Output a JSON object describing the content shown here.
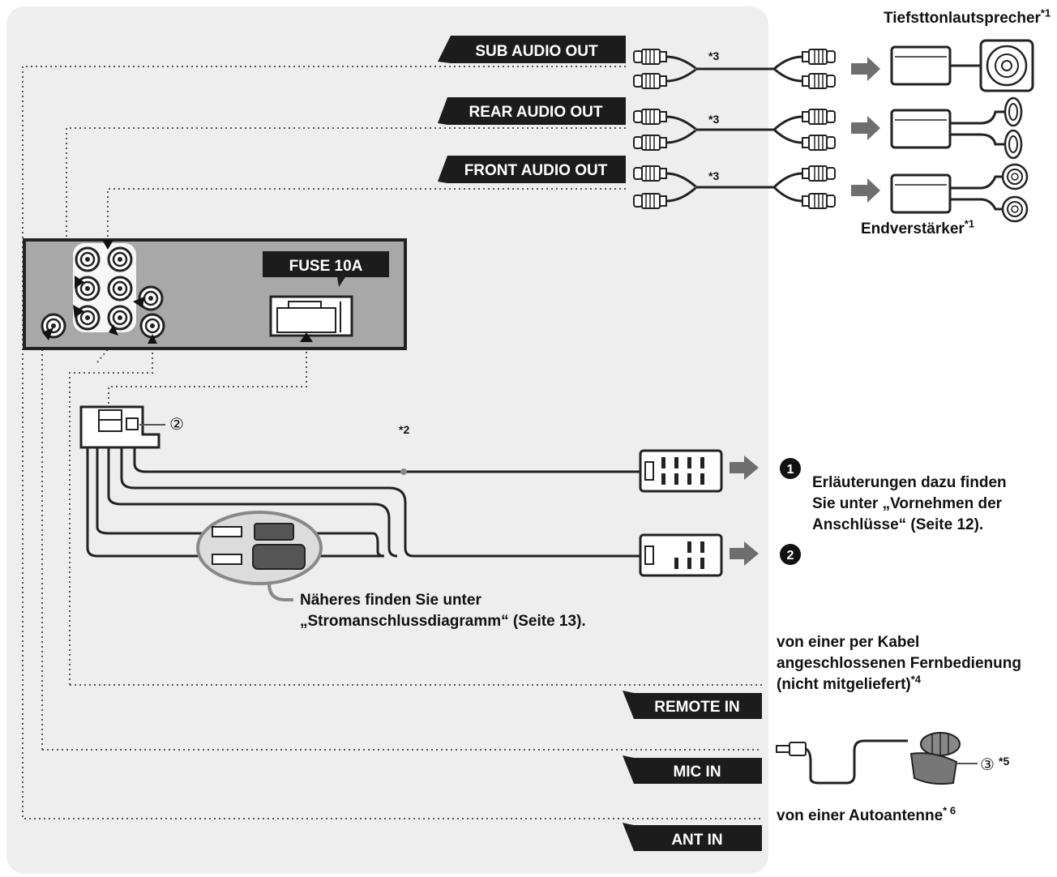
{
  "labels": {
    "sub_audio_out": "SUB AUDIO OUT",
    "rear_audio_out": "REAR AUDIO OUT",
    "front_audio_out": "FRONT AUDIO OUT",
    "fuse": "FUSE 10A",
    "remote_in": "REMOTE IN",
    "mic_in": "MIC IN",
    "ant_in": "ANT IN"
  },
  "devices": {
    "subwoofer": "Tiefsttonlautsprecher",
    "subwoofer_note": "*1",
    "amplifier": "Endverstärker",
    "amplifier_note": "*1"
  },
  "notes": {
    "star3": "*3",
    "star2": "*2",
    "connector_ref2": "②",
    "connector_ref3": "③",
    "mic_note": "*5",
    "num1": "1",
    "num2": "2"
  },
  "texts": {
    "explain_line1": "Erläuterungen dazu finden",
    "explain_line2": "Sie unter „Vornehmen der",
    "explain_line3": "Anschlüsse“ (Seite 12).",
    "power_line1": "Näheres finden Sie unter",
    "power_line2": "„Stromanschlussdiagramm“ (Seite 13).",
    "remote_line1": "von einer per Kabel",
    "remote_line2": "angeschlossenen Fernbedienung",
    "remote_line3": "(nicht mitgeliefert)",
    "remote_note": "*4",
    "antenna": "von einer Autoantenne",
    "antenna_note": "* 6"
  },
  "colors": {
    "panel": "#eeeeee",
    "label_bg": "#1c1c1c",
    "line": "#2a2a2a",
    "arrow": "#6e6e6e"
  }
}
